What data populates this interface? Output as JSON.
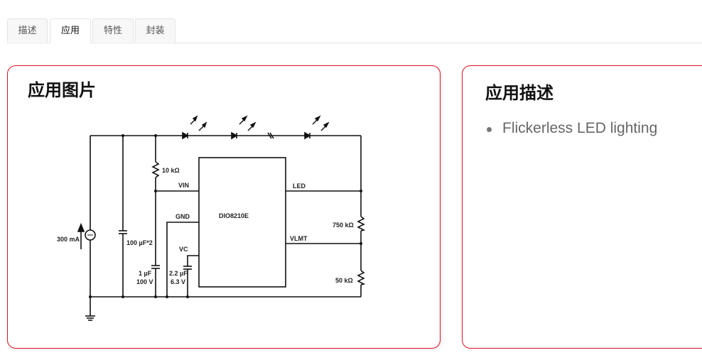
{
  "tabs": [
    {
      "label": "描述",
      "active": false
    },
    {
      "label": "应用",
      "active": true
    },
    {
      "label": "特性",
      "active": false
    },
    {
      "label": "封装",
      "active": false
    }
  ],
  "left_card": {
    "title": "应用图片",
    "schematic": {
      "chip": "DIO8210E",
      "pins": {
        "vin": "VIN",
        "gnd": "GND",
        "vc": "VC",
        "led": "LED",
        "vlmt": "VLMT"
      },
      "source": "300 mA",
      "resistors": {
        "r_top": "10 kΩ",
        "r_div_top": "750 kΩ",
        "r_div_bottom": "50 kΩ"
      },
      "capacitors": {
        "bulk": "100 µF*2",
        "in_cap_1": "1 µF",
        "in_cap_2": "100 V",
        "vc_cap_1": "2.2 µF",
        "vc_cap_2": "6.3 V"
      }
    }
  },
  "right_card": {
    "title": "应用描述",
    "items": [
      "Flickerless LED lighting"
    ]
  },
  "colors": {
    "accent": "#d9121f"
  }
}
